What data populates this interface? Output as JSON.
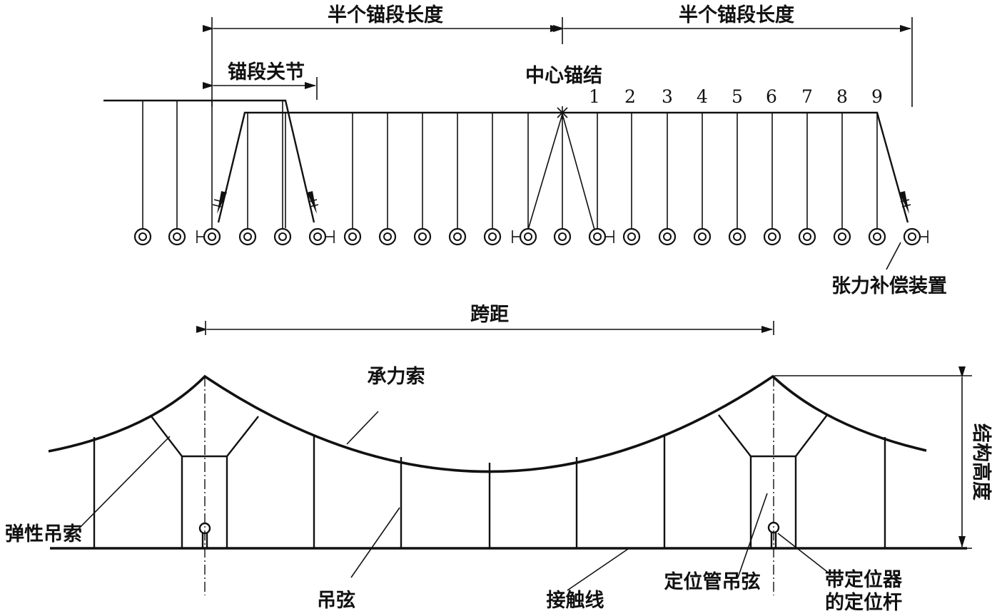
{
  "top": {
    "half_anchor_length_left": "半个锚段长度",
    "half_anchor_length_right": "半个锚段长度",
    "anchor_joint": "锚段关节",
    "center_anchor": "中心锚结",
    "span_numbers": [
      "1",
      "2",
      "3",
      "4",
      "5",
      "6",
      "7",
      "8",
      "9"
    ],
    "tension_device": "张力补偿装置"
  },
  "bottom": {
    "span": "跨距",
    "catenary_wire": "承力索",
    "structure_height": "结构高度",
    "elastic_dropper": "弹性吊索",
    "dropper": "吊弦",
    "contact_wire": "接触线",
    "registration_dropper": "定位管吊弦",
    "steady_arm_line1": "带定位器",
    "steady_arm_line2": "的定位杆"
  }
}
